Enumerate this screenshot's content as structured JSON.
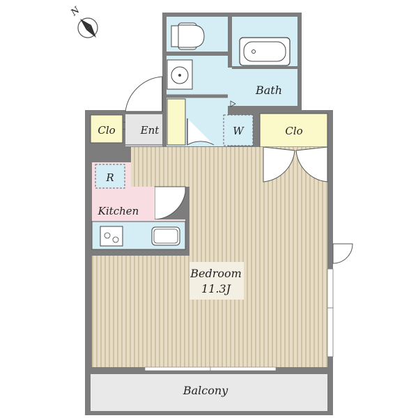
{
  "compass": {
    "letter": "N"
  },
  "rooms": {
    "bath": "Bath",
    "closet_left": "Clo",
    "closet_right": "Clo",
    "entrance": "Ent",
    "washer": "W",
    "fridge": "R",
    "kitchen": "Kitchen",
    "bedroom": "Bedroom",
    "bedroom_size": "11.3J",
    "balcony": "Balcony"
  },
  "colors": {
    "wall": "#7d7d7d",
    "wet_area": "#d5eef5",
    "closet": "#fbf8c9",
    "kitchen": "#f8dde2",
    "floor_wood": "#e7dcc5",
    "floor_stripe": "#cfc2a3",
    "entrance": "#e6e6e6",
    "balcony": "#e9e9e9"
  }
}
